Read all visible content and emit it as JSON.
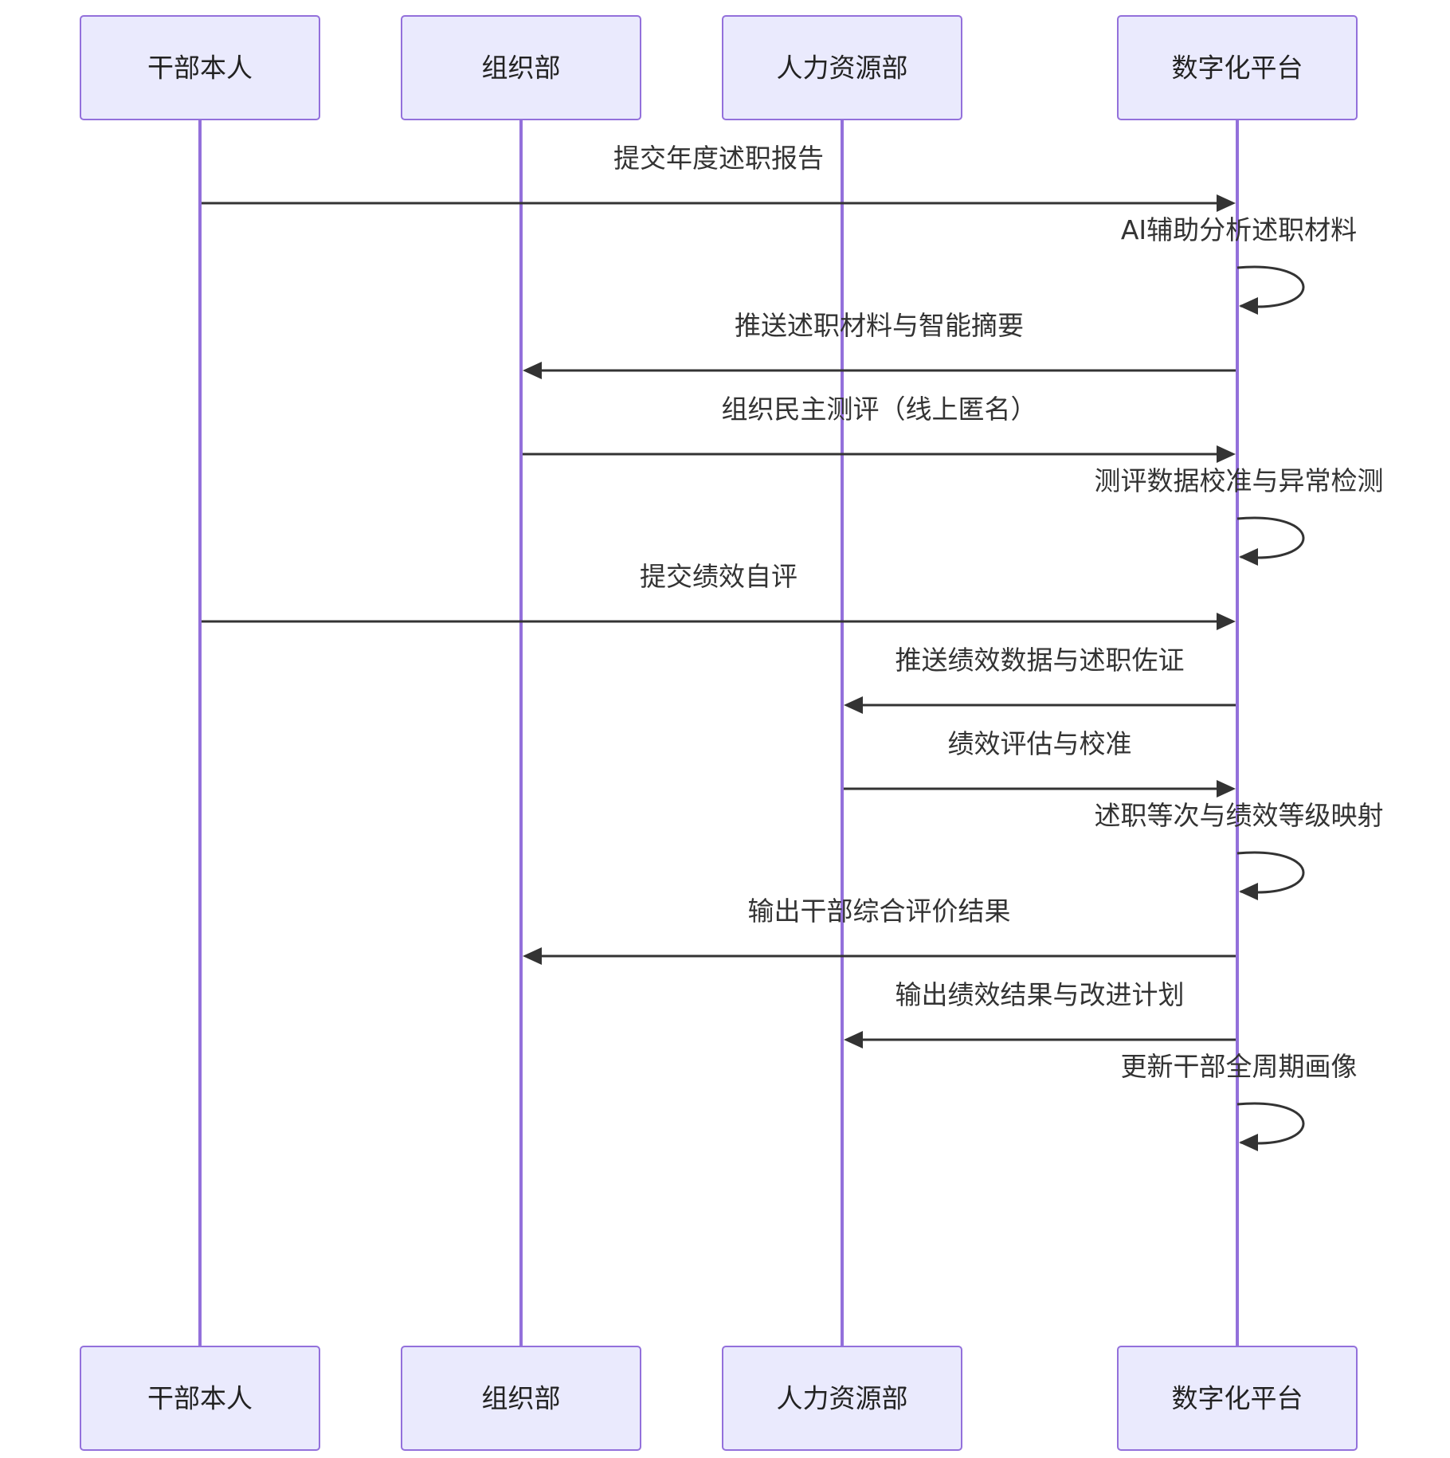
{
  "participants": [
    {
      "id": "cadre",
      "label": "干部本人"
    },
    {
      "id": "org",
      "label": "组织部"
    },
    {
      "id": "hr",
      "label": "人力资源部"
    },
    {
      "id": "platform",
      "label": "数字化平台"
    }
  ],
  "messages": [
    {
      "from": "cadre",
      "to": "platform",
      "label": "提交年度述职报告"
    },
    {
      "from": "platform",
      "to": "platform",
      "label": "AI辅助分析述职材料"
    },
    {
      "from": "platform",
      "to": "org",
      "label": "推送述职材料与智能摘要"
    },
    {
      "from": "org",
      "to": "platform",
      "label": "组织民主测评（线上匿名）"
    },
    {
      "from": "platform",
      "to": "platform",
      "label": "测评数据校准与异常检测"
    },
    {
      "from": "cadre",
      "to": "platform",
      "label": "提交绩效自评"
    },
    {
      "from": "platform",
      "to": "hr",
      "label": "推送绩效数据与述职佐证"
    },
    {
      "from": "hr",
      "to": "platform",
      "label": "绩效评估与校准"
    },
    {
      "from": "platform",
      "to": "platform",
      "label": "述职等次与绩效等级映射"
    },
    {
      "from": "platform",
      "to": "org",
      "label": "输出干部综合评价结果"
    },
    {
      "from": "platform",
      "to": "hr",
      "label": "输出绩效结果与改进计划"
    },
    {
      "from": "platform",
      "to": "platform",
      "label": "更新干部全周期画像"
    }
  ],
  "colors": {
    "actor_fill": "#eaeafd",
    "actor_border": "#9370db",
    "lifeline": "#9370db",
    "message_line": "#333333",
    "text": "#222222"
  }
}
